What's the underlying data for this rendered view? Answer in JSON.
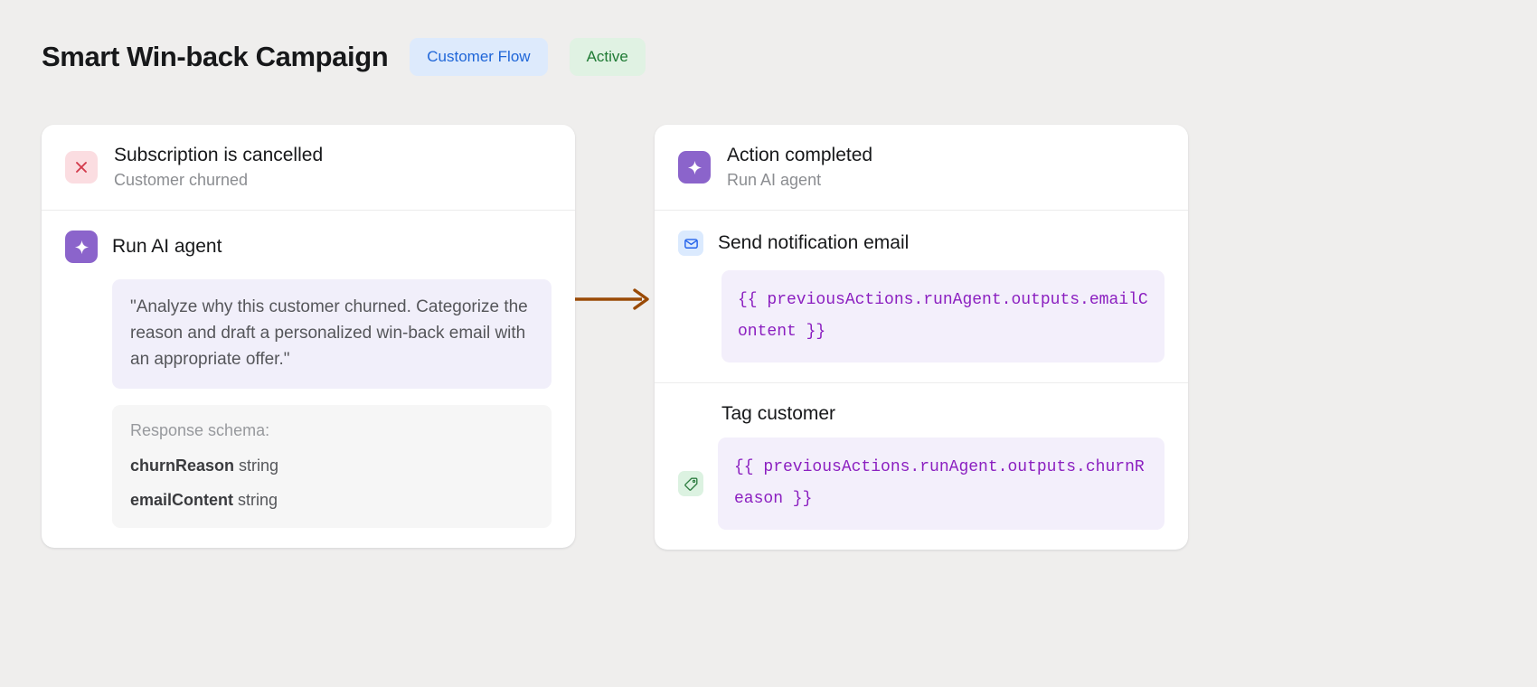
{
  "header": {
    "title": "Smart Win-back Campaign",
    "badges": [
      {
        "label": "Customer Flow",
        "kind": "flow",
        "color": "#1f66d8",
        "background": "#ddeafc"
      },
      {
        "label": "Active",
        "kind": "status",
        "color": "#1f7a34",
        "background": "#e0f2e3"
      }
    ]
  },
  "trigger_card": {
    "header": {
      "icon": "close-x-icon",
      "icon_color": "#d33a4b",
      "icon_background": "#fbdde1",
      "title": "Subscription is cancelled",
      "subtitle": "Customer churned"
    },
    "action": {
      "icon": "sparkle-ai-icon",
      "icon_background": "#8b64cb",
      "label": "Run AI agent",
      "prompt": "\"Analyze why this customer churned. Categorize the reason and draft a personalized win-back email with an appropriate offer.\"",
      "schema_title": "Response schema:",
      "schema_fields": [
        {
          "name": "churnReason",
          "type": "string"
        },
        {
          "name": "emailContent",
          "type": "string"
        }
      ]
    }
  },
  "connector": {
    "name": "flow-arrow",
    "color": "#9a4a06"
  },
  "result_card": {
    "header": {
      "icon": "sparkle-ai-icon",
      "icon_background": "#8b64cb",
      "title": "Action completed",
      "subtitle": "Run AI agent"
    },
    "email_action": {
      "icon": "envelope-icon",
      "icon_color": "#2563eb",
      "icon_background": "#dbeafe",
      "label": "Send notification email",
      "code": "{{ previousActions.runAgent.outputs.emailContent }}"
    },
    "tag_action": {
      "icon": "tag-icon",
      "icon_color": "#2f7d42",
      "icon_background": "#dcf2e1",
      "label": "Tag customer",
      "code": "{{ previousActions.runAgent.outputs.churnReason }}"
    }
  }
}
